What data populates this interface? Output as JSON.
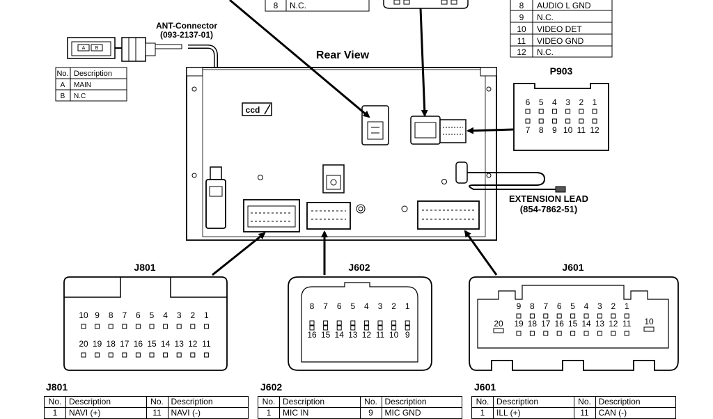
{
  "ant": {
    "title": "ANT-Connector",
    "part": "(093-2137-01)",
    "pin_a": "A",
    "pin_b": "B",
    "table": {
      "headers": [
        "No.",
        "Description"
      ],
      "rows": [
        [
          "A",
          "MAIN"
        ],
        [
          "B",
          "N.C"
        ]
      ]
    }
  },
  "rear_view": "Rear View",
  "unit_logo": "ccd",
  "extension_lead": {
    "title": "EXTENSION LEAD",
    "part": "(854-7862-51)"
  },
  "top_table": {
    "cut_row": [
      "8",
      "N.C."
    ],
    "rows": [
      [
        "8",
        "AUDIO L GND"
      ],
      [
        "9",
        "N.C."
      ],
      [
        "10",
        "VIDEO DET"
      ],
      [
        "11",
        "VIDEO GND"
      ],
      [
        "12",
        "N.C."
      ]
    ]
  },
  "p903": {
    "title": "P903",
    "row1": [
      "6",
      "5",
      "4",
      "3",
      "2",
      "1"
    ],
    "row2": [
      "7",
      "8",
      "9",
      "10",
      "11",
      "12"
    ]
  },
  "j801": {
    "title": "J801",
    "row1": [
      "10",
      "9",
      "8",
      "7",
      "6",
      "5",
      "4",
      "3",
      "2",
      "1"
    ],
    "row2": [
      "20",
      "19",
      "18",
      "17",
      "16",
      "15",
      "14",
      "13",
      "12",
      "11"
    ]
  },
  "j602": {
    "title": "J602",
    "row1": [
      "8",
      "7",
      "6",
      "5",
      "4",
      "3",
      "2",
      "1"
    ],
    "row2": [
      "16",
      "15",
      "14",
      "13",
      "12",
      "11",
      "10",
      "9"
    ]
  },
  "j601": {
    "title": "J601",
    "row1": [
      "9",
      "8",
      "7",
      "6",
      "5",
      "4",
      "3",
      "2",
      "1"
    ],
    "row2": [
      "19",
      "18",
      "17",
      "16",
      "15",
      "14",
      "13",
      "12",
      "11"
    ],
    "left": "20",
    "right": "10"
  },
  "bottom_tables": {
    "j801": {
      "title": "J801",
      "headers": [
        "No.",
        "Description",
        "No.",
        "Description"
      ],
      "row": [
        "1",
        "NAVI (+)",
        "11",
        "NAVI (-)"
      ]
    },
    "j602": {
      "title": "J602",
      "headers": [
        "No.",
        "Description",
        "No.",
        "Description"
      ],
      "row": [
        "1",
        "MIC IN",
        "9",
        "MIC GND"
      ]
    },
    "j601": {
      "title": "J601",
      "headers": [
        "No.",
        "Description",
        "No.",
        "Description"
      ],
      "row": [
        "1",
        "ILL (+)",
        "11",
        "CAN (-)"
      ]
    }
  }
}
